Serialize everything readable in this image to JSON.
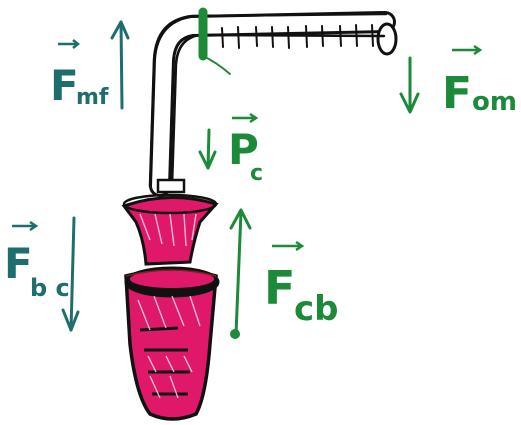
{
  "colors": {
    "teal": "#1f6e6e",
    "green": "#1d8a3a",
    "magenta": "#e0186a",
    "ink": "#111111",
    "pipe_fill": "#ffffff",
    "brown_outline": "#7a1f1f"
  },
  "labels": {
    "f_mf": {
      "letter": "F",
      "subscript": "mf"
    },
    "f_om": {
      "letter": "F",
      "subscript": "om"
    },
    "p_c": {
      "letter": "P",
      "subscript": "c"
    },
    "f_bc": {
      "letter": "F",
      "subscript": "b c"
    },
    "f_cb": {
      "letter": "F",
      "subscript": "cb"
    }
  },
  "icons": {
    "hand": "hand-drawn-icon",
    "pipe": "pipe-icon",
    "cup": "cup-icon",
    "arrow": "arrow-icon"
  }
}
